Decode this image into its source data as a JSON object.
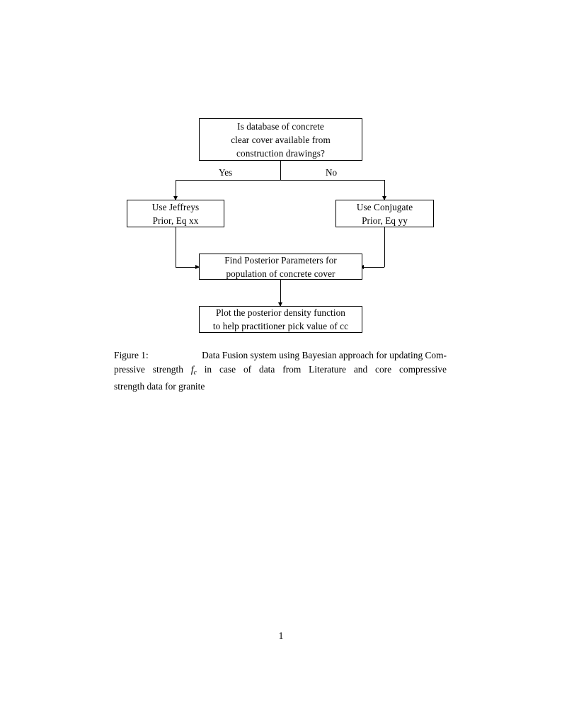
{
  "document": {
    "page_number": "1"
  },
  "figure": {
    "nodes": {
      "decision": {
        "line1": "Is database of concrete",
        "line2": "clear cover available from",
        "line3": "construction drawings?"
      },
      "jeffreys": {
        "line1": "Use Jeffreys",
        "line2": "Prior, Eq xx"
      },
      "conjugate": {
        "line1": "Use Conjugate",
        "line2": "Prior, Eq yy"
      },
      "posterior": {
        "line1": "Find Posterior Parameters for",
        "line2": "population of concrete cover"
      },
      "plot": {
        "line1": "Plot the posterior density function",
        "line2": "to help practitioner pick value of cc"
      }
    },
    "branch_labels": {
      "yes": "Yes",
      "no": "No"
    },
    "edge_arrow_icons": {
      "yes_arrow": "arrow-down-icon",
      "no_arrow": "arrow-down-icon",
      "jeffreys_arrow": "arrow-right-icon",
      "conjugate_arrow": "arrow-left-icon",
      "plot_arrow": "arrow-down-icon"
    }
  },
  "caption": {
    "label": "Figure 1:",
    "line1_a": "Data Fusion system using Bayesian approach for updating Com-",
    "line2_a": "pressive",
    "line2_b": "strength",
    "line2_math": "f",
    "line2_math_sub": "c",
    "line2_c": "in",
    "line2_d": "case",
    "line2_e": "of",
    "line2_f": "data",
    "line2_g": "from",
    "line2_h": "Literature",
    "line2_i": "and",
    "line2_j": "core",
    "line2_k": "compressive",
    "line3": "strength data for granite",
    "full_text": "Figure 1: Data Fusion system using Bayesian approach for updating Compressive strength fc in case of data from Literature and core compressive strength data for granite"
  },
  "colors": {
    "ink": "#000000",
    "paper": "#ffffff"
  }
}
